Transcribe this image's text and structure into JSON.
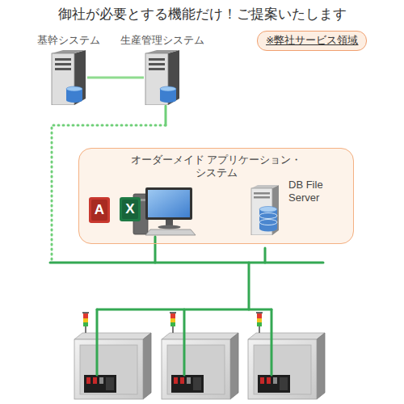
{
  "diagram": {
    "title": "御社が必要とする機能だけ！ご提案いたします",
    "nodes": [
      {
        "text": [
          "基幹システム"
        ]
      },
      {
        "text": [
          "生産管理システム"
        ]
      },
      {
        "text": [
          "※弊社サービス領域"
        ]
      },
      {
        "text": [
          "オーダーメイド アプリケーション・システム"
        ]
      },
      {
        "text": [
          "DB File Server"
        ],
        "in": 3
      }
    ],
    "edges": [
      {
        "from": 0,
        "to": 1,
        "arrow": "none"
      }
    ],
    "labels": [
      "A",
      "X"
    ]
  }
}
